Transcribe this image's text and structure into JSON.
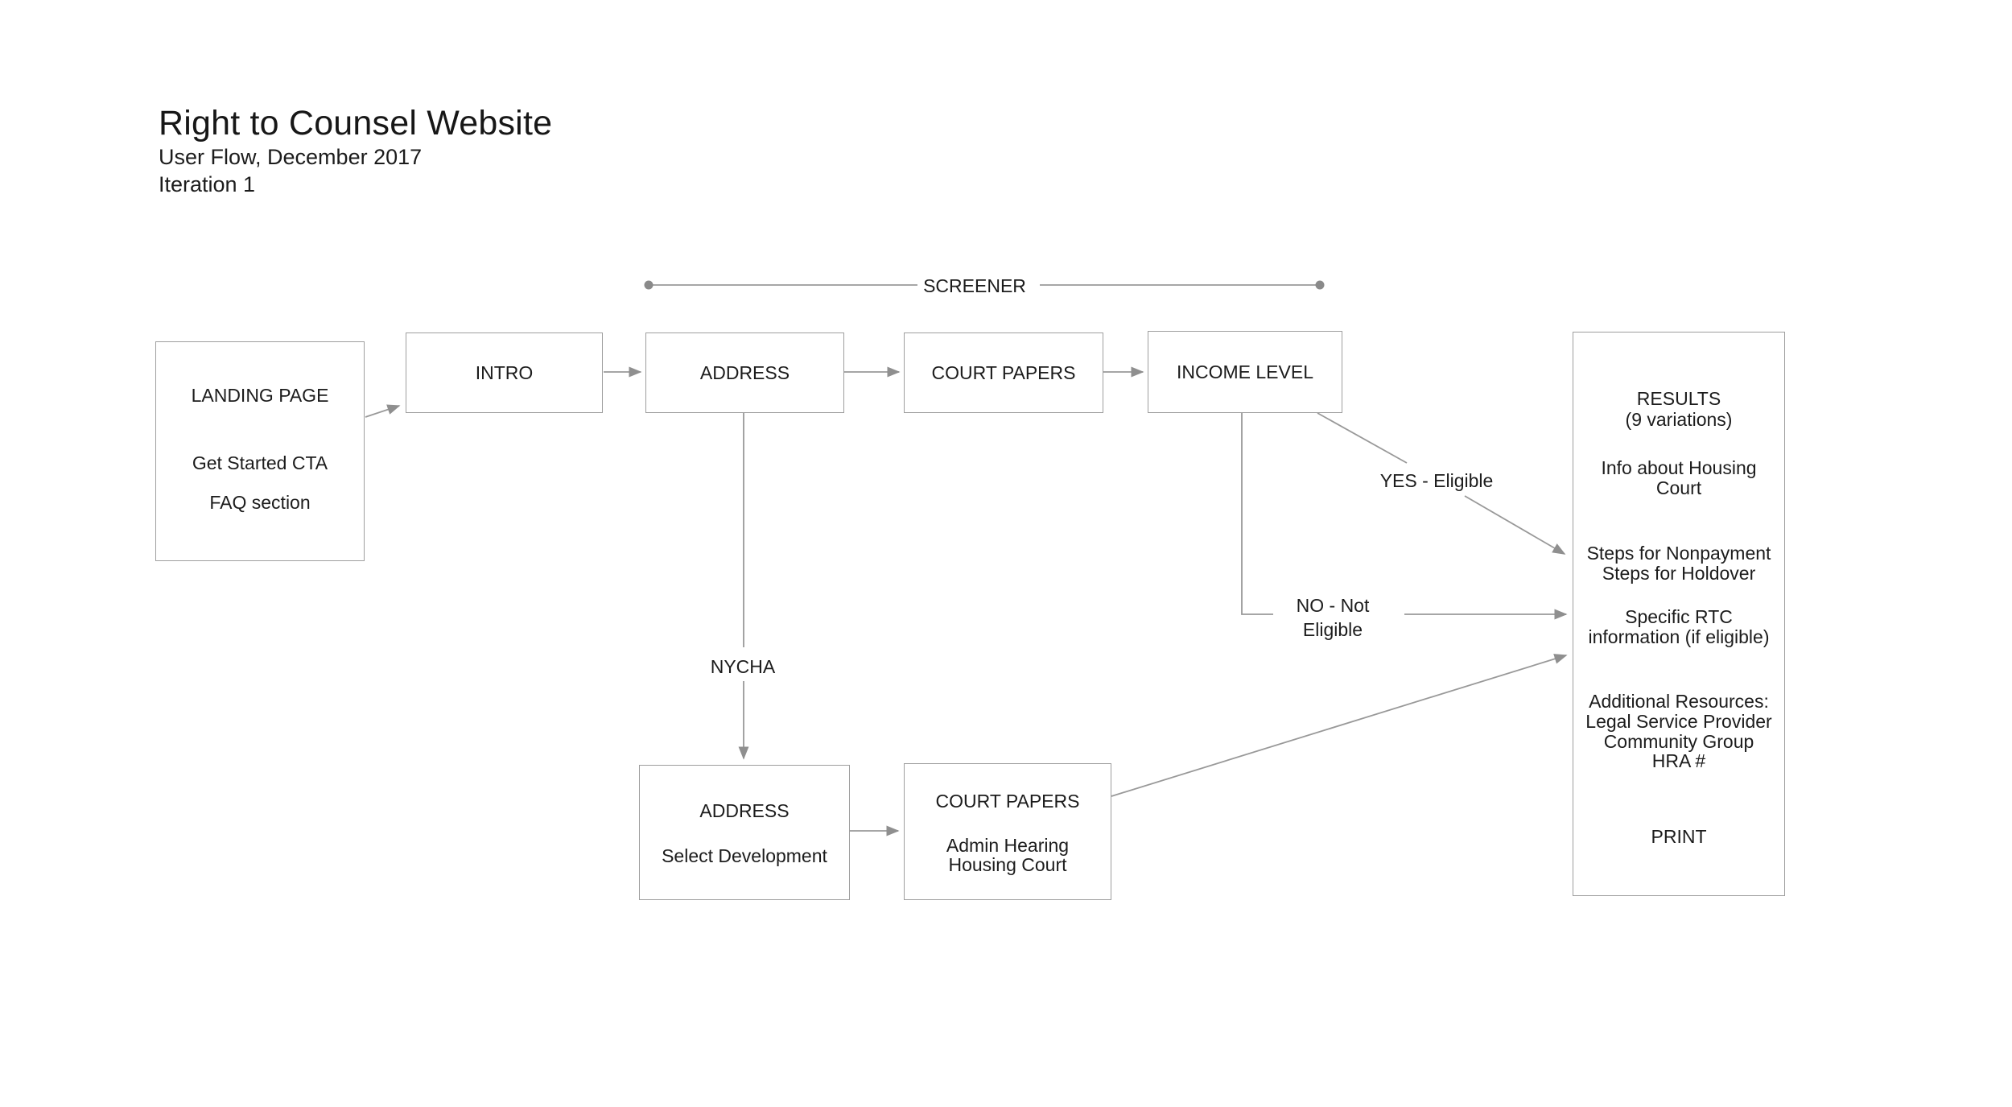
{
  "header": {
    "title": "Right to Counsel Website",
    "subtitle": "User Flow, December 2017",
    "iteration": "Iteration 1"
  },
  "screener": {
    "label": "SCREENER"
  },
  "nodes": {
    "landing_page": {
      "title": "LANDING PAGE",
      "cta": "Get Started CTA",
      "faq": "FAQ section"
    },
    "intro": {
      "title": "INTRO"
    },
    "address": {
      "title": "ADDRESS"
    },
    "court_papers": {
      "title": "COURT PAPERS"
    },
    "income_level": {
      "title": "INCOME LEVEL"
    },
    "address_nycha": {
      "title": "ADDRESS",
      "subtitle": "Select Development"
    },
    "court_papers_nycha": {
      "title": "COURT PAPERS",
      "line1": "Admin Hearing",
      "line2": "Housing Court"
    },
    "results": {
      "lines": [
        "RESULTS",
        "(9 variations)",
        "Info about Housing",
        "Court",
        "Steps for Nonpayment",
        "Steps for Holdover",
        "Specific RTC",
        "information (if eligible)",
        "Additional Resources:",
        "Legal Service Provider",
        "Community Group",
        "HRA #",
        "PRINT"
      ]
    }
  },
  "edge_labels": {
    "nycha": "NYCHA",
    "yes": "YES - Eligible",
    "no_line1": "NO - Not",
    "no_line2": "Eligible"
  },
  "colors": {
    "connector": "#999999",
    "box_border": "#9e9e9e",
    "text": "#1c1c1c",
    "background": "#ffffff"
  }
}
